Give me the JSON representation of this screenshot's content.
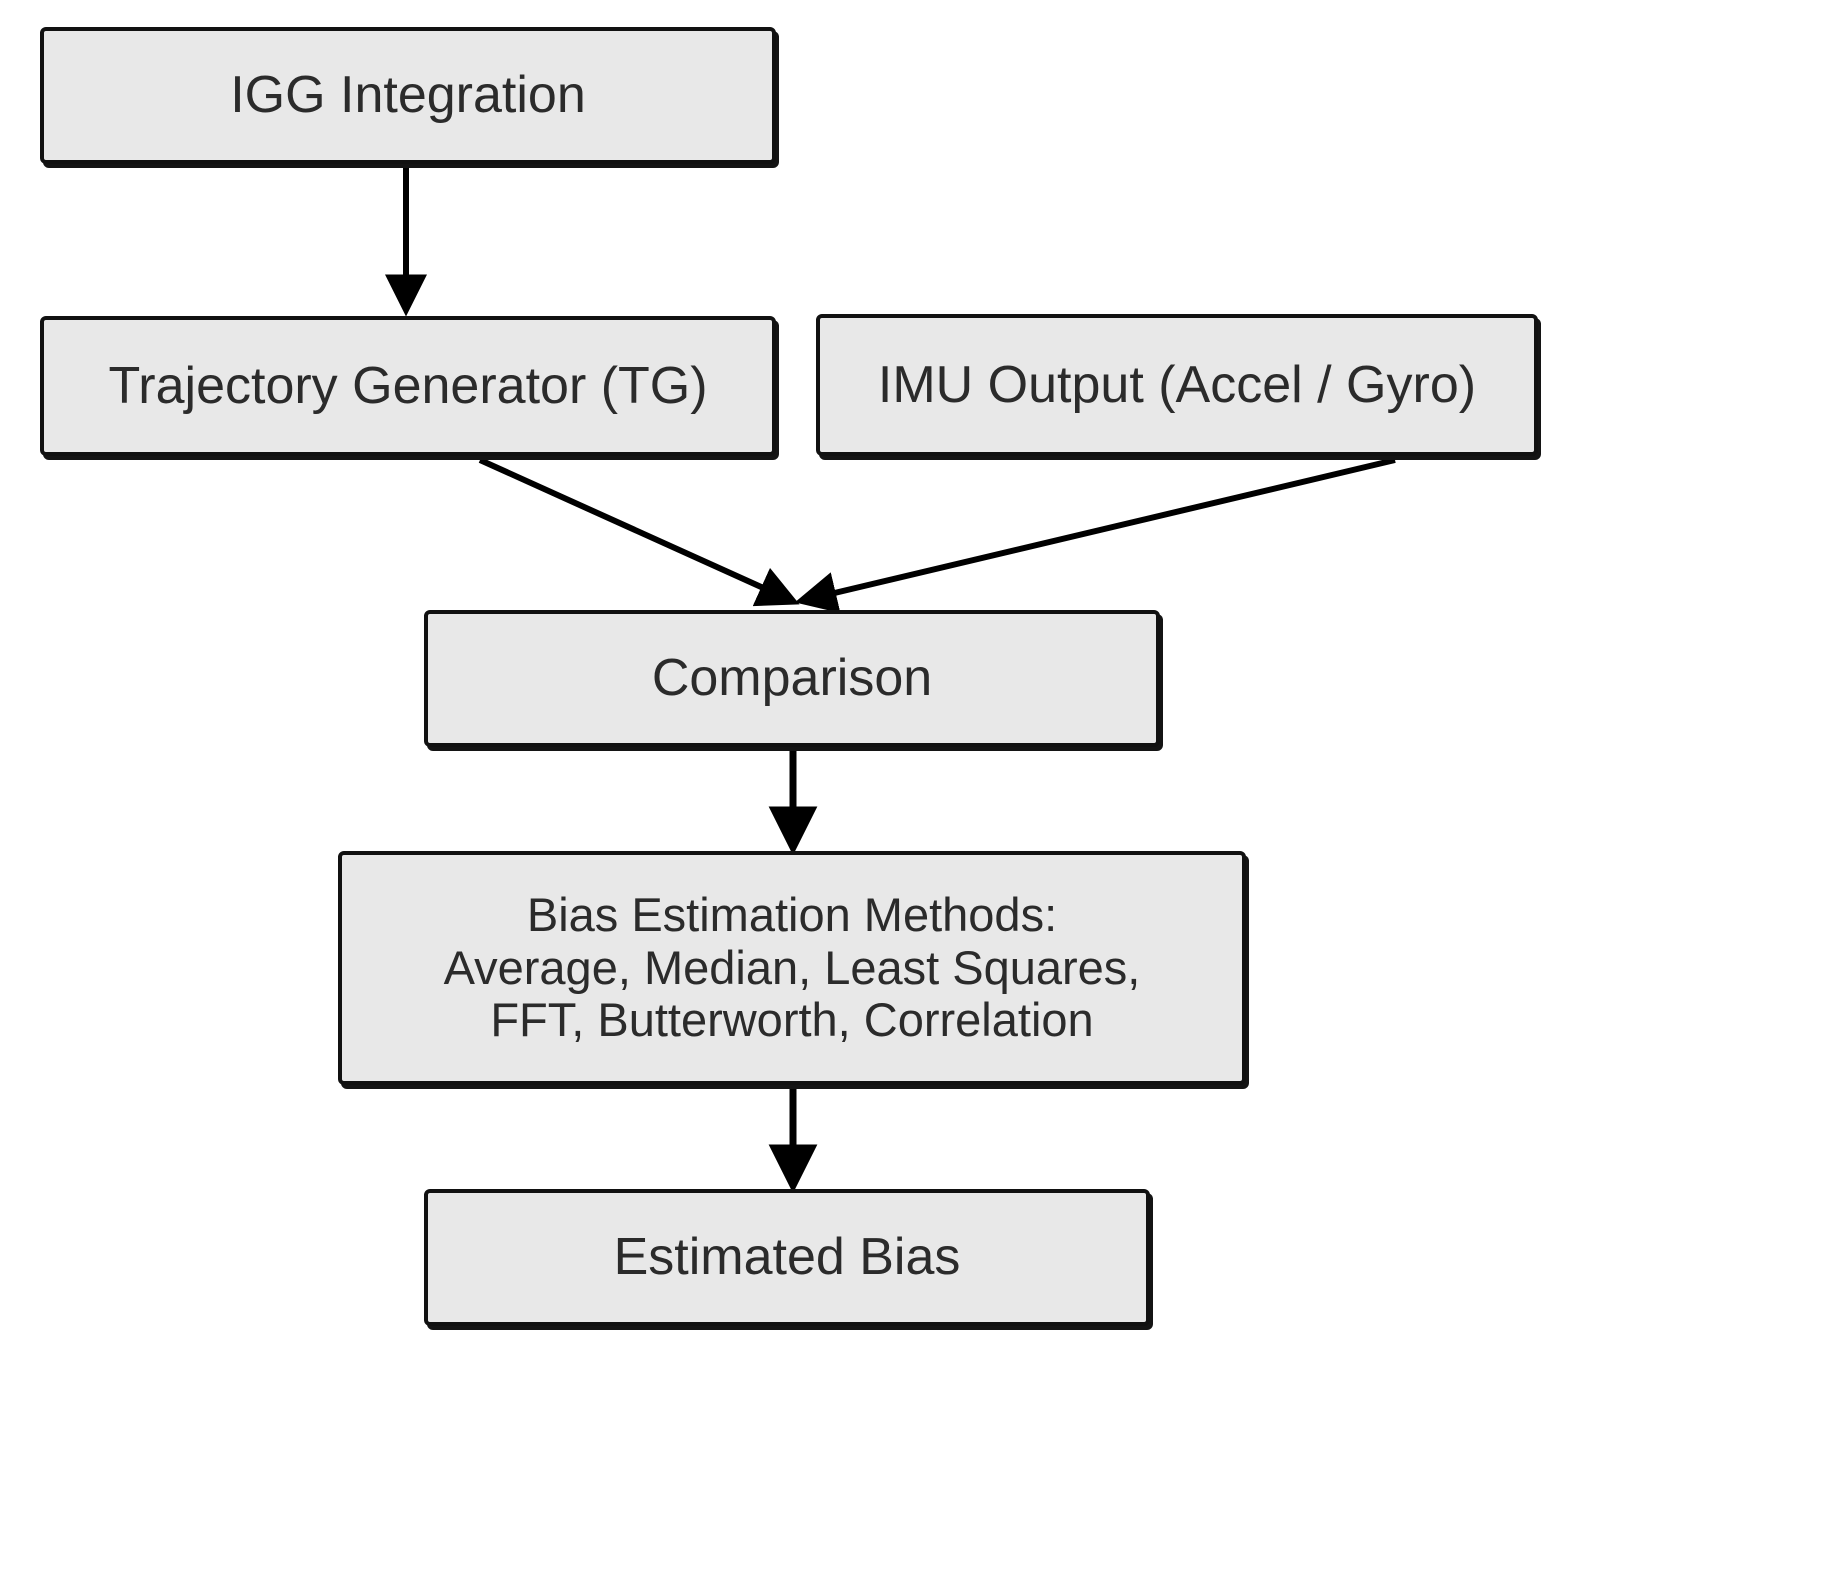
{
  "diagram": {
    "type": "flowchart",
    "title_visible": false,
    "background_color": "#ffffff",
    "node_fill_color": "#e8e8e8",
    "node_border_color": "#111111",
    "text_color": "#2b2b2b",
    "edge_color": "#000000",
    "nodes": [
      {
        "id": "igg",
        "label": "IGG Integration"
      },
      {
        "id": "tg",
        "label": "Trajectory Generator (TG)"
      },
      {
        "id": "imu",
        "label": "IMU Output (Accel / Gyro)"
      },
      {
        "id": "comparison",
        "label": "Comparison"
      },
      {
        "id": "bias",
        "label": "Bias Estimation Methods:\nAverage, Median, Least Squares,\nFFT, Butterworth, Correlation"
      },
      {
        "id": "estimated",
        "label": "Estimated Bias"
      }
    ],
    "edges": [
      {
        "from": "igg",
        "to": "tg",
        "style": "straight-down",
        "arrowhead": true
      },
      {
        "from": "tg",
        "to": "comparison",
        "style": "diagonal",
        "arrowhead": true
      },
      {
        "from": "imu",
        "to": "comparison",
        "style": "diagonal",
        "arrowhead": true
      },
      {
        "from": "comparison",
        "to": "bias",
        "style": "straight-down",
        "arrowhead": true
      },
      {
        "from": "bias",
        "to": "estimated",
        "style": "straight-down",
        "arrowhead": true
      }
    ]
  }
}
